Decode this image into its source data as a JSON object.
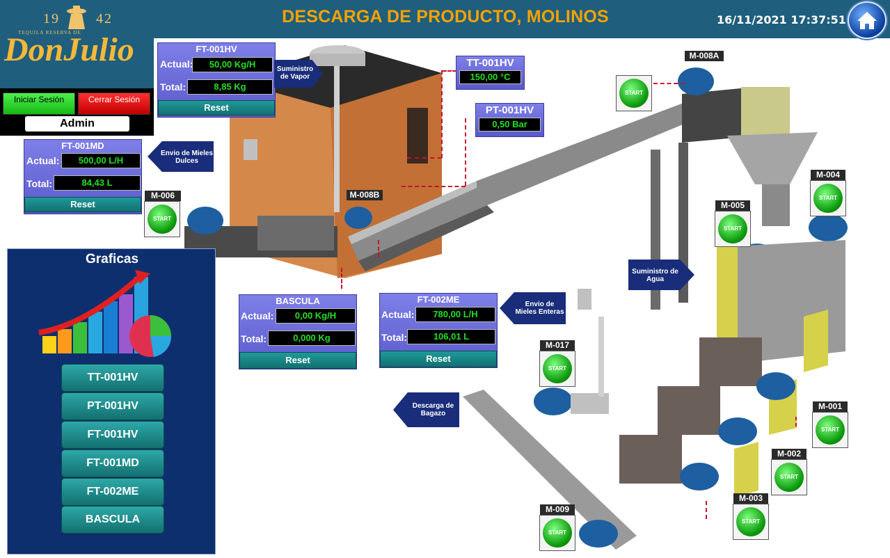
{
  "header": {
    "title": "DESCARGA DE PRODUCTO, MOLINOS",
    "datetime": "16/11/2021 17:37:51"
  },
  "logo": {
    "year_left": "19",
    "year_right": "42",
    "subtitle": "TEQUILA RESERVA DE",
    "name": "DonJulio"
  },
  "session": {
    "login_label": "Iniciar Sesión",
    "logout_label": "Cerrar Sesión",
    "user": "Admin"
  },
  "panels": {
    "ft001hv": {
      "title": "FT-001HV",
      "actual_label": "Actual:",
      "actual": "50,00 Kg/H",
      "total_label": "Total:",
      "total": "8,85 Kg",
      "reset": "Reset"
    },
    "ft001md": {
      "title": "FT-001MD",
      "actual_label": "Actual:",
      "actual": "500,00 L/H",
      "total_label": "Total:",
      "total": "84,43 L",
      "reset": "Reset"
    },
    "bascula": {
      "title": "BASCULA",
      "actual_label": "Actual:",
      "actual": "0,00 Kg/H",
      "total_label": "Total:",
      "total": "0,000 Kg",
      "reset": "Reset"
    },
    "ft002me": {
      "title": "FT-002ME",
      "actual_label": "Actual:",
      "actual": "780,00 L/H",
      "total_label": "Total:",
      "total": "106,01 L",
      "reset": "Reset"
    }
  },
  "tags": {
    "tt001hv": {
      "title": "TT-001HV",
      "value": "150,00 °C"
    },
    "pt001hv": {
      "title": "PT-001HV",
      "value": "0,50 Bar"
    }
  },
  "arrows": {
    "vapor": "Suministro de Vapor",
    "mieles_dulces": "Envio de Mieles Dulces",
    "agua": "Suministro de Agua",
    "mieles_enteras": "Envio de Mieles Enteras",
    "bagazo": "Descarga de Bagazo"
  },
  "motors": {
    "m008a": "M-008A",
    "m008b": "M-008B",
    "m006": "M-006",
    "m004": "M-004",
    "m005": "M-005",
    "m017": "M-017",
    "m001": "M-001",
    "m002": "M-002",
    "m003": "M-003",
    "m009": "M-009"
  },
  "start_label": "START",
  "graficas": {
    "title": "Graficas",
    "buttons": [
      "TT-001HV",
      "PT-001HV",
      "FT-001HV",
      "FT-001MD",
      "FT-002ME",
      "BASCULA"
    ]
  },
  "colors": {
    "header": "#1f5e7c",
    "title": "#f5a300",
    "panel": "#6b6bdc",
    "value_text": "#22e022",
    "start_green": "#0d9a0d",
    "graficas_bg": "#0e2f6e",
    "reset": "#137070"
  }
}
